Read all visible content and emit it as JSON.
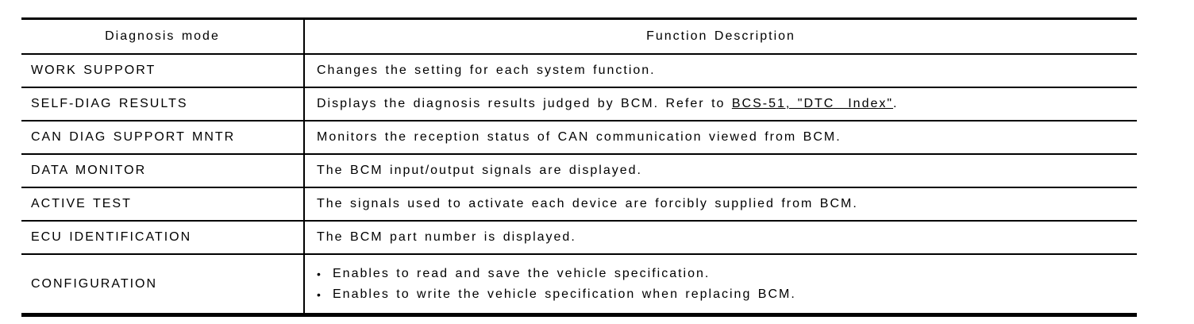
{
  "page": {
    "background_color": "#ffffff",
    "text_color": "#000000",
    "border_color": "#000000"
  },
  "table": {
    "bullet_glyph": "•",
    "header": {
      "mode": "Diagnosis mode",
      "description": "Function Description"
    },
    "rows": [
      {
        "mode": "WORK SUPPORT",
        "description": "Changes the setting for each system function."
      },
      {
        "mode": "SELF-DIAG RESULTS",
        "description_before": "Displays the diagnosis results judged by BCM. Refer to ",
        "link_text": "BCS-51, \"DTC  Index\"",
        "description_after": "."
      },
      {
        "mode": "CAN DIAG SUPPORT MNTR",
        "description": "Monitors the reception status of CAN communication viewed from BCM."
      },
      {
        "mode": "DATA MONITOR",
        "description": "The BCM input/output signals are displayed."
      },
      {
        "mode": "ACTIVE TEST",
        "description": "The signals used to activate each device are forcibly supplied from BCM."
      },
      {
        "mode": "ECU IDENTIFICATION",
        "description": "The BCM part number is displayed."
      },
      {
        "mode": "CONFIGURATION",
        "bullets": [
          "Enables to read and save the vehicle specification.",
          "Enables to write the vehicle specification when replacing BCM."
        ]
      }
    ]
  }
}
